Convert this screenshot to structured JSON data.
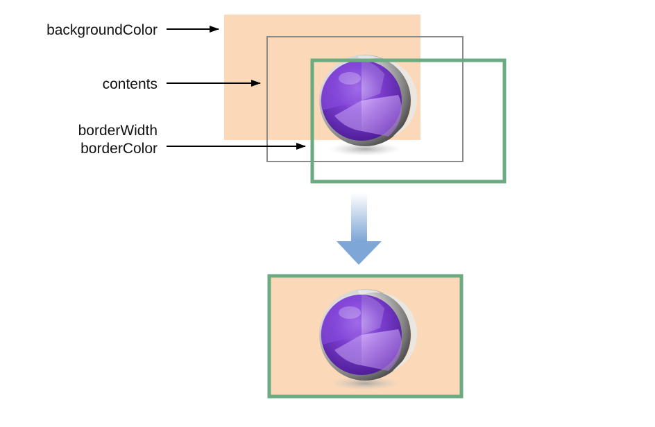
{
  "labels": {
    "background_color": "backgroundColor",
    "contents": "contents",
    "border_width": "borderWidth",
    "border_color": "borderColor"
  },
  "colors": {
    "background_fill": "#fbd9b8",
    "contents_frame": "#8a8a8a",
    "border": "#6aab82",
    "transition_arrow": "#7ea6d6",
    "sphere_purple": "#6a2bb8",
    "pointer_arrow": "#000000"
  },
  "icons": {
    "contents_image": "purple-sphere-icon",
    "transition": "down-arrow-icon"
  }
}
